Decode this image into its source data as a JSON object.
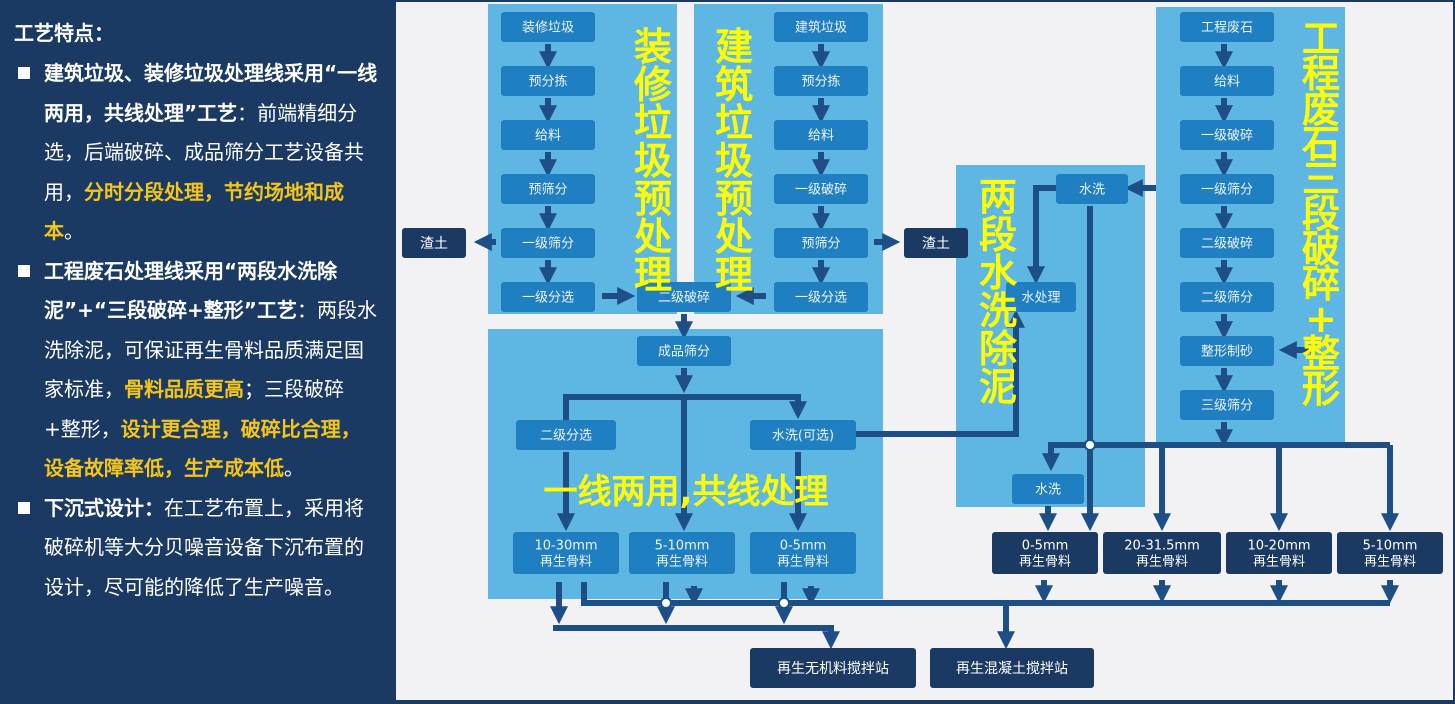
{
  "left": {
    "title": "工艺特点：",
    "p1": {
      "b1": "建筑垃圾、装修垃圾处理线采用“一线两用，共线处理”工艺",
      "t1": "：前端精细分选，后端破碎、成品筛分工艺设备共用，",
      "y1": "分时分段处理，节约场地和成本",
      "t2": "。"
    },
    "p2": {
      "b1": "工程废石处理线采用“两段水洗除泥”+“三段破碎+整形”工艺",
      "t1": "：两段水洗除泥，可保证再生骨料品质满足国家标准，",
      "y1": "骨料品质更高",
      "t2": "；三段破碎+整形，",
      "y2": "设计更合理，破碎比合理，设备故障率低，生产成本低",
      "t3": "。"
    },
    "p3": {
      "b1": "下沉式设计：",
      "t1": "在工艺布置上，采用将破碎机等大分贝噪音设备下沉布置的设计，尽可能的降低了生产噪音。"
    }
  },
  "diagram": {
    "sections": {
      "decoration": "装修垃圾预处理",
      "construction": "建筑垃圾预处理",
      "wash": "两段水洗除泥",
      "stone": "工程废石三段破碎+整形",
      "shared": "一线两用,共线处理"
    },
    "decoration_steps": [
      "装修垃圾",
      "预分拣",
      "给料",
      "预筛分",
      "一级筛分",
      "一级分选"
    ],
    "construction_steps": [
      "建筑垃圾",
      "预分拣",
      "给料",
      "一级破碎",
      "预筛分",
      "一级分选"
    ],
    "stone_steps": [
      "工程废石",
      "给料",
      "一级破碎",
      "一级筛分",
      "二级破碎",
      "二级筛分",
      "整形制砂",
      "三级筛分"
    ],
    "dirt_left": "渣土",
    "dirt_right": "渣土",
    "secondary_crush": "二级破碎",
    "product_screen": "成品筛分",
    "secondary_sort": "二级分选",
    "optional_wash": "水洗(可选)",
    "shared_products": [
      {
        "size": "10-30mm",
        "name": "再生骨料"
      },
      {
        "size": "5-10mm",
        "name": "再生骨料"
      },
      {
        "size": "0-5mm",
        "name": "再生骨料"
      }
    ],
    "wash_top": "水洗",
    "water_treat": "水处理",
    "wash_bottom": "水洗",
    "stone_products": [
      {
        "size": "0-5mm",
        "name": "再生骨料"
      },
      {
        "size": "20-31.5mm",
        "name": "再生骨料"
      },
      {
        "size": "10-20mm",
        "name": "再生骨料"
      },
      {
        "size": "5-10mm",
        "name": "再生骨料"
      }
    ],
    "station_a": "再生无机料搅拌站",
    "station_b": "再生混凝土搅拌站"
  },
  "colors": {
    "navy": "#1b3a63",
    "panel_light": "#5eb7e3",
    "step_box": "#1f7fc1",
    "arrow": "#1d4f86",
    "highlight": "#ffff00",
    "orange": "#f5c518"
  }
}
